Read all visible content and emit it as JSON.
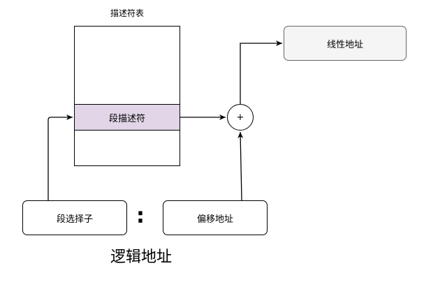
{
  "descriptor_table": {
    "title": "描述符表",
    "highlight_row_label": "段描述符",
    "highlight_color": "#e1d5e7"
  },
  "operator": {
    "symbol": "+"
  },
  "linear_address": {
    "label": "线性地址",
    "fill_color": "#f5f5f5"
  },
  "logical_address": {
    "selector_label": "段选择子",
    "separator": ":",
    "offset_label": "偏移地址",
    "caption": "逻辑地址"
  },
  "connectors": [
    {
      "from": "段选择子",
      "to": "段描述符"
    },
    {
      "from": "段描述符",
      "to": "+"
    },
    {
      "from": "偏移地址",
      "to": "+"
    },
    {
      "from": "+",
      "to": "线性地址"
    }
  ]
}
